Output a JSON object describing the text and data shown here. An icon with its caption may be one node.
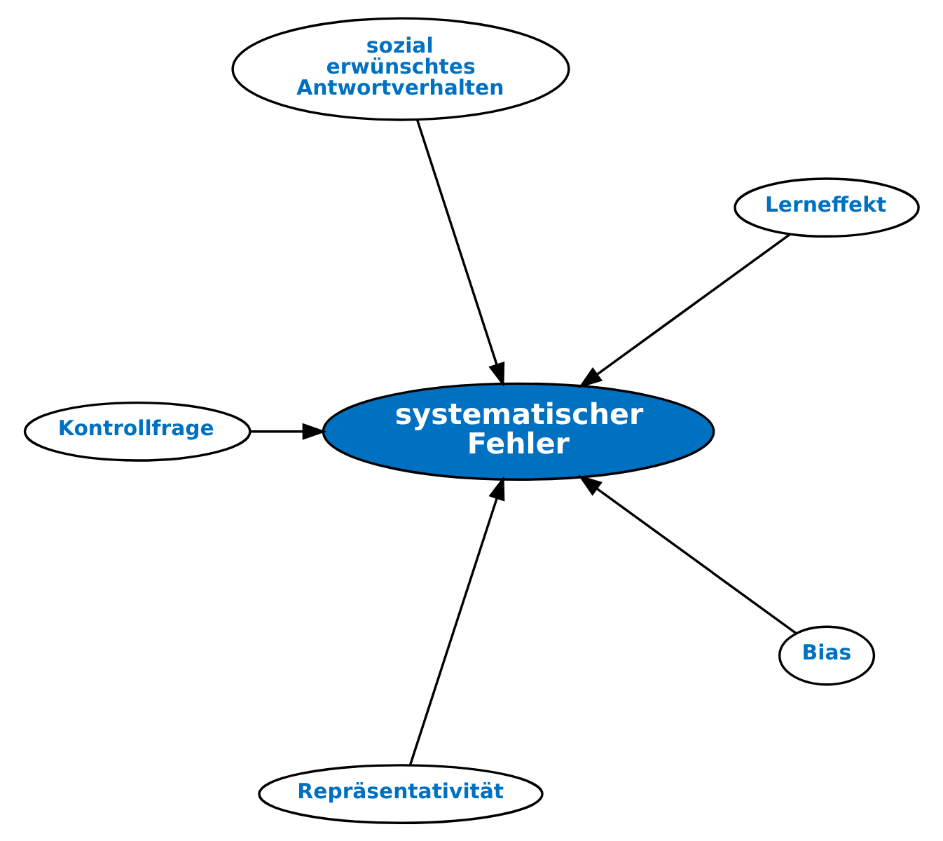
{
  "diagram": {
    "nodes": [
      {
        "text": [
          "sozial erwünschtes Antwortverhalten"
        ]
      },
      {
        "text": [
          "Lerneffekt"
        ]
      },
      {
        "text": [
          "Kontrollfrage"
        ]
      },
      {
        "text": [
          "systematischer Fehler"
        ]
      },
      {
        "text": [
          "Bias"
        ]
      },
      {
        "text": [
          "Repräsentativität"
        ]
      }
    ],
    "edges": [
      {
        "from": 0,
        "to": 3,
        "arrow": "to"
      },
      {
        "from": 1,
        "to": 3,
        "arrow": "to"
      },
      {
        "from": 2,
        "to": 3,
        "arrow": "to"
      },
      {
        "from": 4,
        "to": 3,
        "arrow": "to"
      },
      {
        "from": 5,
        "to": 3,
        "arrow": "to"
      }
    ]
  }
}
